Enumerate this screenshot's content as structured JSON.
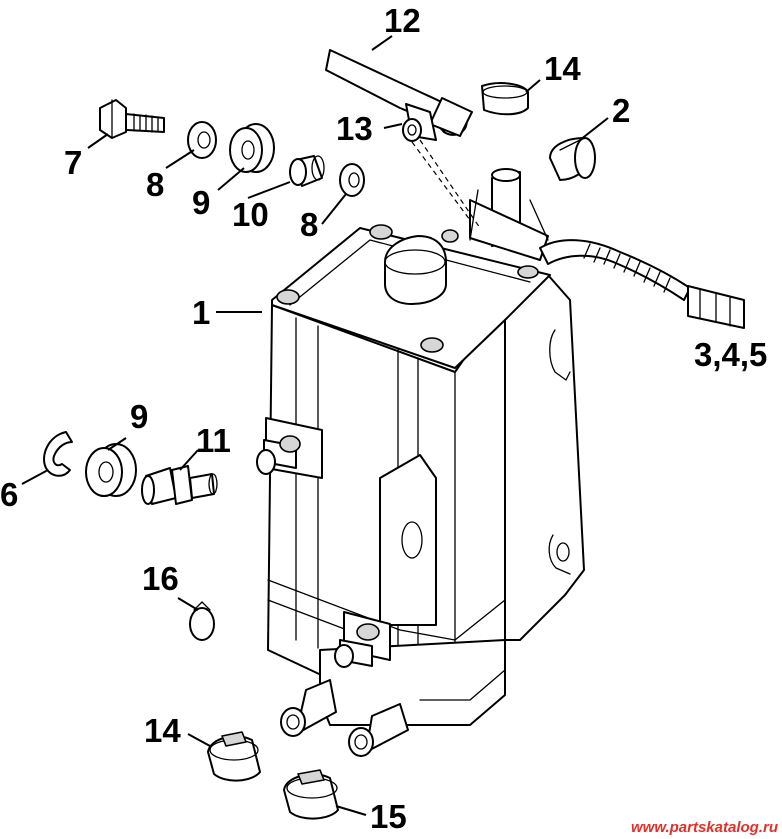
{
  "callouts": {
    "c1": "1",
    "c2": "2",
    "c345": "3,4,5",
    "c6": "6",
    "c7": "7",
    "c8a": "8",
    "c8b": "8",
    "c9a": "9",
    "c9b": "9",
    "c10": "10",
    "c11": "11",
    "c12": "12",
    "c13": "13",
    "c14a": "14",
    "c14b": "14",
    "c15": "15",
    "c16": "16"
  },
  "watermark": "www.partskatalog.ru",
  "colors": {
    "line": "#000000",
    "background": "#ffffff",
    "watermark": "#e0312b"
  }
}
